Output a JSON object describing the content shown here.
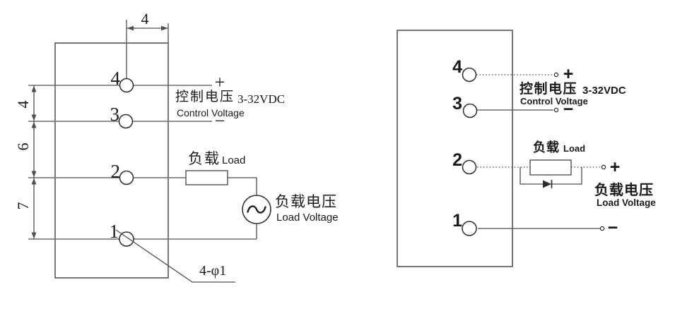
{
  "colors": {
    "background": "#ffffff",
    "line": "#4f4f4f",
    "outline": "#6a6a6a",
    "text": "#1a1a1a"
  },
  "left_diagram": {
    "terminal_labels": [
      "4",
      "3",
      "2",
      "1"
    ],
    "top_dimension": "4",
    "side_dimensions": [
      "4",
      "6",
      "7"
    ],
    "control_plus": "+",
    "control_minus": "−",
    "control_voltage_cn": "控制电压",
    "control_voltage_range": "3-32VDC",
    "control_voltage_en": "Control Voltage",
    "load_cn": "负载",
    "load_en": "Load",
    "load_voltage_cn": "负载电压",
    "load_voltage_en": "Load Voltage",
    "mounting_hole_note": "4-φ1"
  },
  "right_diagram": {
    "terminal_labels": [
      "4",
      "3",
      "2",
      "1"
    ],
    "control_plus": "+",
    "control_minus": "−",
    "control_voltage_cn": "控制电压",
    "control_voltage_range": "3-32VDC",
    "control_voltage_en": "Control Voltage",
    "load_cn": "负载",
    "load_en": "Load",
    "load_plus": "+",
    "load_minus": "−",
    "load_voltage_cn": "负载电压",
    "load_voltage_en": "Load Voltage"
  }
}
